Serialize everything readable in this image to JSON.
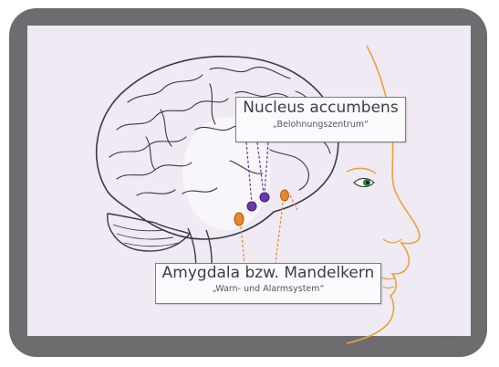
{
  "labels": {
    "nucleus_accumbens": {
      "title": "Nucleus accumbens",
      "subtitle": "„Belohnungszentrum“"
    },
    "amygdala": {
      "title": "Amygdala bzw. Mandelkern",
      "subtitle": "„Warn- und Alarmsystem“"
    }
  },
  "signature": "HN",
  "colors": {
    "frame": "#6d6d6f",
    "paper": "#efeaf3",
    "brain_ink": "#3a3a40",
    "face_outline": "#e8a33a",
    "amygdala_marker": "#e8862a",
    "nucleus_marker": "#6a3aa8",
    "eye": "#2f8a3c"
  }
}
